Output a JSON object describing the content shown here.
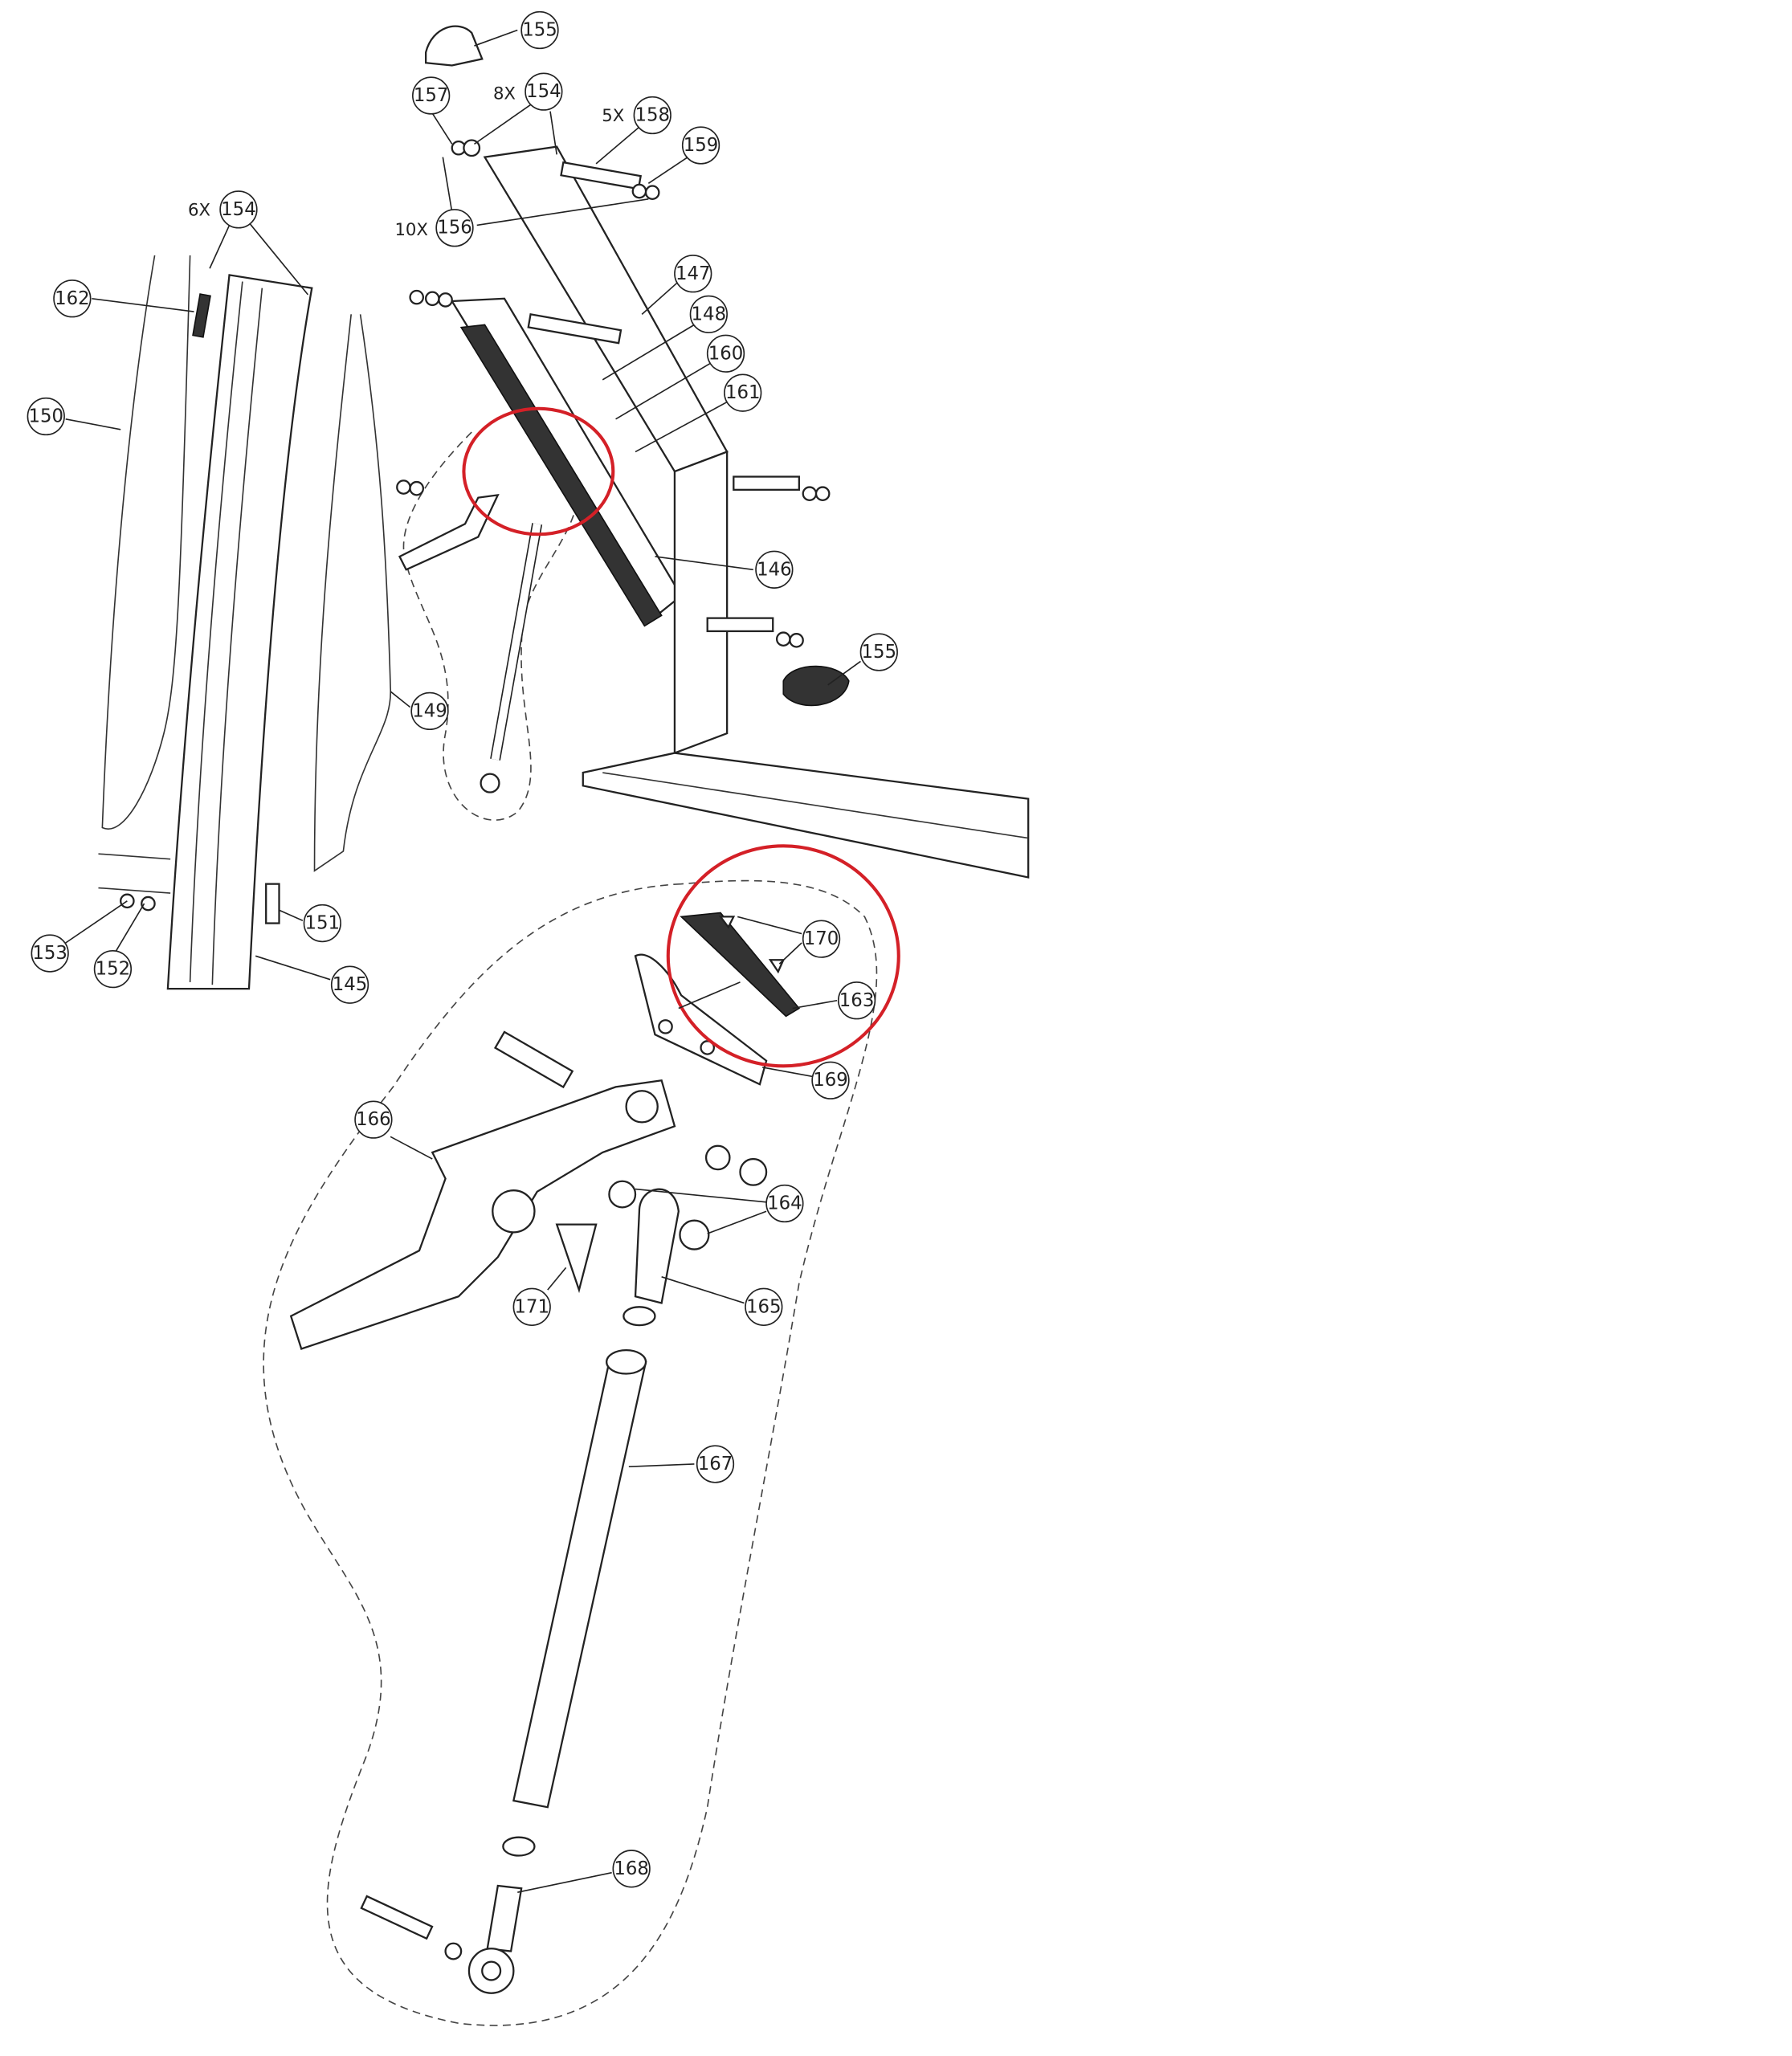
{
  "highlight_color": "#d42027",
  "callouts": [
    {
      "id": "c155a",
      "label": "155"
    },
    {
      "id": "c157",
      "label": "157"
    },
    {
      "id": "c154a",
      "label": "154",
      "qty": "8X"
    },
    {
      "id": "c158",
      "label": "158",
      "qty": "5X"
    },
    {
      "id": "c159",
      "label": "159"
    },
    {
      "id": "c156",
      "label": "156",
      "qty": "10X"
    },
    {
      "id": "c154b",
      "label": "154",
      "qty": "6X"
    },
    {
      "id": "c162",
      "label": "162"
    },
    {
      "id": "c147",
      "label": "147"
    },
    {
      "id": "c148",
      "label": "148"
    },
    {
      "id": "c160",
      "label": "160"
    },
    {
      "id": "c161",
      "label": "161"
    },
    {
      "id": "c150",
      "label": "150"
    },
    {
      "id": "c146",
      "label": "146"
    },
    {
      "id": "c155b",
      "label": "155"
    },
    {
      "id": "c149",
      "label": "149"
    },
    {
      "id": "c151",
      "label": "151"
    },
    {
      "id": "c153",
      "label": "153"
    },
    {
      "id": "c152",
      "label": "152"
    },
    {
      "id": "c145",
      "label": "145"
    },
    {
      "id": "c170",
      "label": "170"
    },
    {
      "id": "c163",
      "label": "163"
    },
    {
      "id": "c169",
      "label": "169"
    },
    {
      "id": "c166",
      "label": "166"
    },
    {
      "id": "c164",
      "label": "164"
    },
    {
      "id": "c171",
      "label": "171"
    },
    {
      "id": "c165",
      "label": "165"
    },
    {
      "id": "c167",
      "label": "167"
    },
    {
      "id": "c168",
      "label": "168"
    }
  ]
}
